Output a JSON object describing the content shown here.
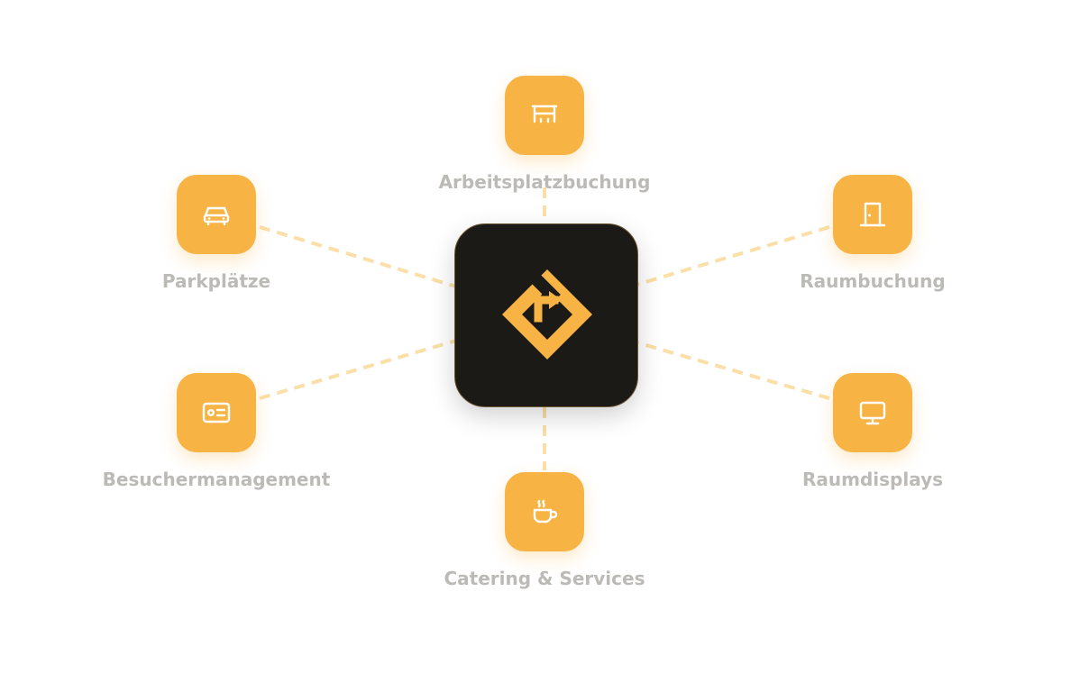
{
  "hub": {
    "icon": "logo-diamond-arrow-icon"
  },
  "colors": {
    "accent": "#f7b444",
    "hub_background": "#1c1a16",
    "connector": "#fbdfa8",
    "label": "#bcbab6"
  },
  "nodes": [
    {
      "label": "Arbeitsplatzbuchung",
      "icon": "desk-icon"
    },
    {
      "label": "Parkplätze",
      "icon": "car-icon"
    },
    {
      "label": "Raumbuchung",
      "icon": "door-icon"
    },
    {
      "label": "Besuchermanagement",
      "icon": "id-card-icon"
    },
    {
      "label": "Raumdisplays",
      "icon": "monitor-icon"
    },
    {
      "label": "Catering & Services",
      "icon": "coffee-cup-icon"
    }
  ]
}
